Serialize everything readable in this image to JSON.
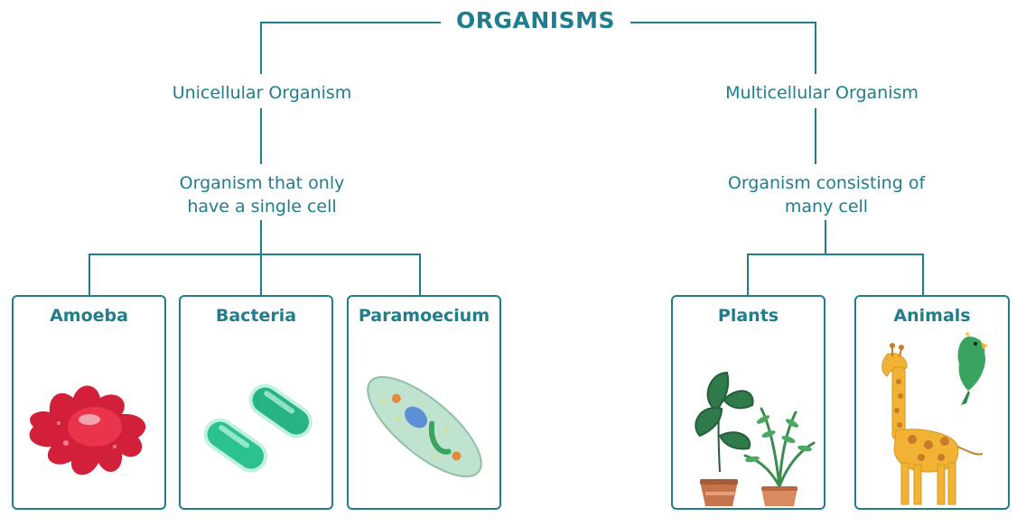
{
  "title": "ORGANISMS",
  "unicellular": {
    "label": "Unicellular Organism",
    "description": [
      "Organism that only",
      "have a single cell"
    ],
    "examples": [
      "Amoeba",
      "Bacteria",
      "Paramoecium"
    ]
  },
  "multicellular": {
    "label": "Multicellular Organism",
    "description": [
      "Organism consisting of",
      "many cell"
    ],
    "examples": [
      "Plants",
      "Animals"
    ]
  },
  "colors": {
    "accent": "#1f7d8e",
    "amoeba": "#d3203a",
    "bacteria": "#2cc28f",
    "paramoecium": "#bfe3cf",
    "leaf": "#2f7a4b",
    "pot": "#c6744b",
    "giraffe": "#f2b233",
    "parrot": "#3aa35f"
  },
  "icons": [
    "amoeba-illustration",
    "bacteria-illustration",
    "paramoecium-illustration",
    "plants-illustration",
    "giraffe-illustration",
    "parrot-illustration"
  ]
}
